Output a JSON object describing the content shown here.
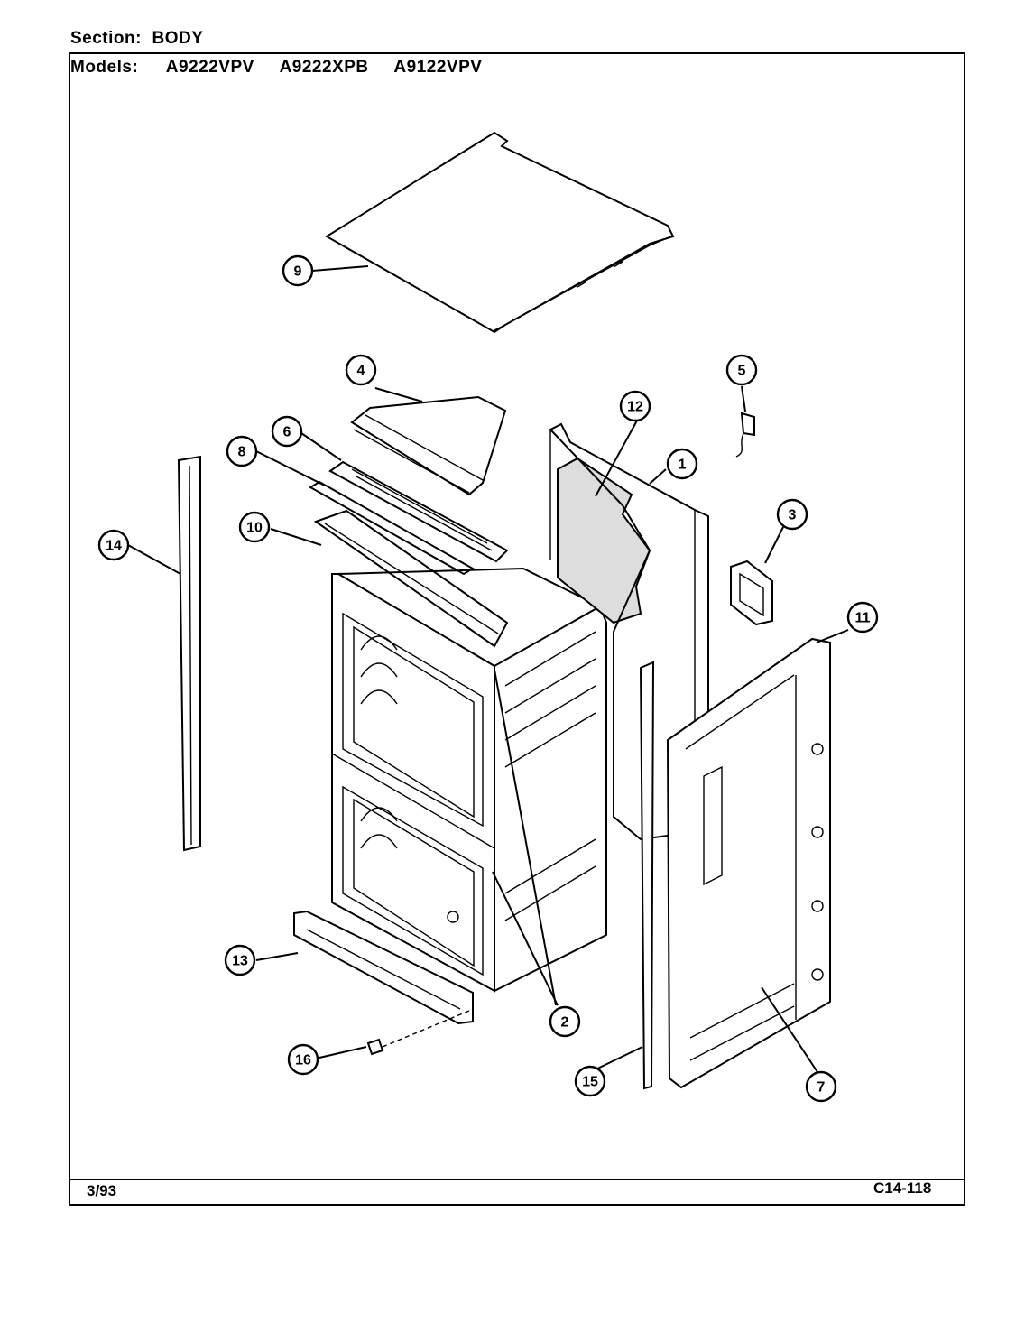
{
  "header": {
    "section_label": "Section:",
    "section_value": "BODY",
    "models_label": "Models:",
    "models": [
      "A9222VPV",
      "A9222XPB",
      "A9122VPV"
    ]
  },
  "footer": {
    "date": "3/93",
    "code": "C14-118"
  },
  "callouts": [
    "1",
    "2",
    "3",
    "4",
    "5",
    "6",
    "7",
    "8",
    "9",
    "10",
    "11",
    "12",
    "13",
    "14",
    "15",
    "16"
  ]
}
